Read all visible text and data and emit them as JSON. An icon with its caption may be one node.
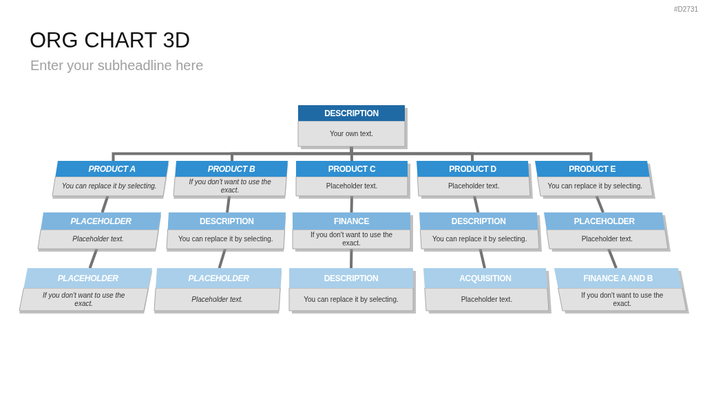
{
  "diagram": {
    "title": "ORG CHART 3D",
    "nodes": [
      {
        "text": [
          "DESCRIPTION",
          "Your own text."
        ]
      },
      {
        "text": [
          "PRODUCT A",
          "You can replace it by selecting."
        ]
      },
      {
        "text": [
          "PRODUCT B",
          "If you don't want to use the exact."
        ]
      },
      {
        "text": [
          "PRODUCT C",
          "Placeholder text."
        ]
      },
      {
        "text": [
          "PRODUCT D",
          "Placeholder text."
        ]
      },
      {
        "text": [
          "PRODUCT E",
          "You can replace it by selecting."
        ]
      },
      {
        "text": [
          "PLACEHOLDER",
          "Placeholder text."
        ]
      },
      {
        "text": [
          "DESCRIPTION",
          "You can replace it by selecting."
        ]
      },
      {
        "text": [
          "FINANCE",
          "If you don't want to use the exact."
        ]
      },
      {
        "text": [
          "DESCRIPTION",
          "You can replace it by selecting."
        ]
      },
      {
        "text": [
          "PLACEHOLDER",
          "Placeholder text."
        ]
      },
      {
        "text": [
          "PLACEHOLDER",
          "If you don't want to use the exact."
        ]
      },
      {
        "text": [
          "PLACEHOLDER",
          "Placeholder text."
        ]
      },
      {
        "text": [
          "DESCRIPTION",
          "You can replace it by selecting."
        ]
      },
      {
        "text": [
          "ACQUISITION",
          "Placeholder text."
        ]
      },
      {
        "text": [
          "FINANCE A AND B",
          "If you don't want to use the exact."
        ]
      }
    ],
    "edges": [
      {
        "from": 0,
        "to": 1,
        "arrow": "none"
      },
      {
        "from": 0,
        "to": 2,
        "arrow": "none"
      },
      {
        "from": 0,
        "to": 3,
        "arrow": "none"
      },
      {
        "from": 0,
        "to": 4,
        "arrow": "none"
      },
      {
        "from": 0,
        "to": 5,
        "arrow": "none"
      },
      {
        "from": 1,
        "to": 6,
        "arrow": "none"
      },
      {
        "from": 2,
        "to": 7,
        "arrow": "none"
      },
      {
        "from": 3,
        "to": 8,
        "arrow": "none"
      },
      {
        "from": 4,
        "to": 9,
        "arrow": "none"
      },
      {
        "from": 5,
        "to": 10,
        "arrow": "none"
      },
      {
        "from": 6,
        "to": 11,
        "arrow": "none"
      },
      {
        "from": 7,
        "to": 12,
        "arrow": "none"
      },
      {
        "from": 8,
        "to": 13,
        "arrow": "none"
      },
      {
        "from": 9,
        "to": 14,
        "arrow": "none"
      },
      {
        "from": 10,
        "to": 15,
        "arrow": "none"
      }
    ],
    "labels": [
      "#D2731",
      "Enter your subheadline here"
    ]
  }
}
